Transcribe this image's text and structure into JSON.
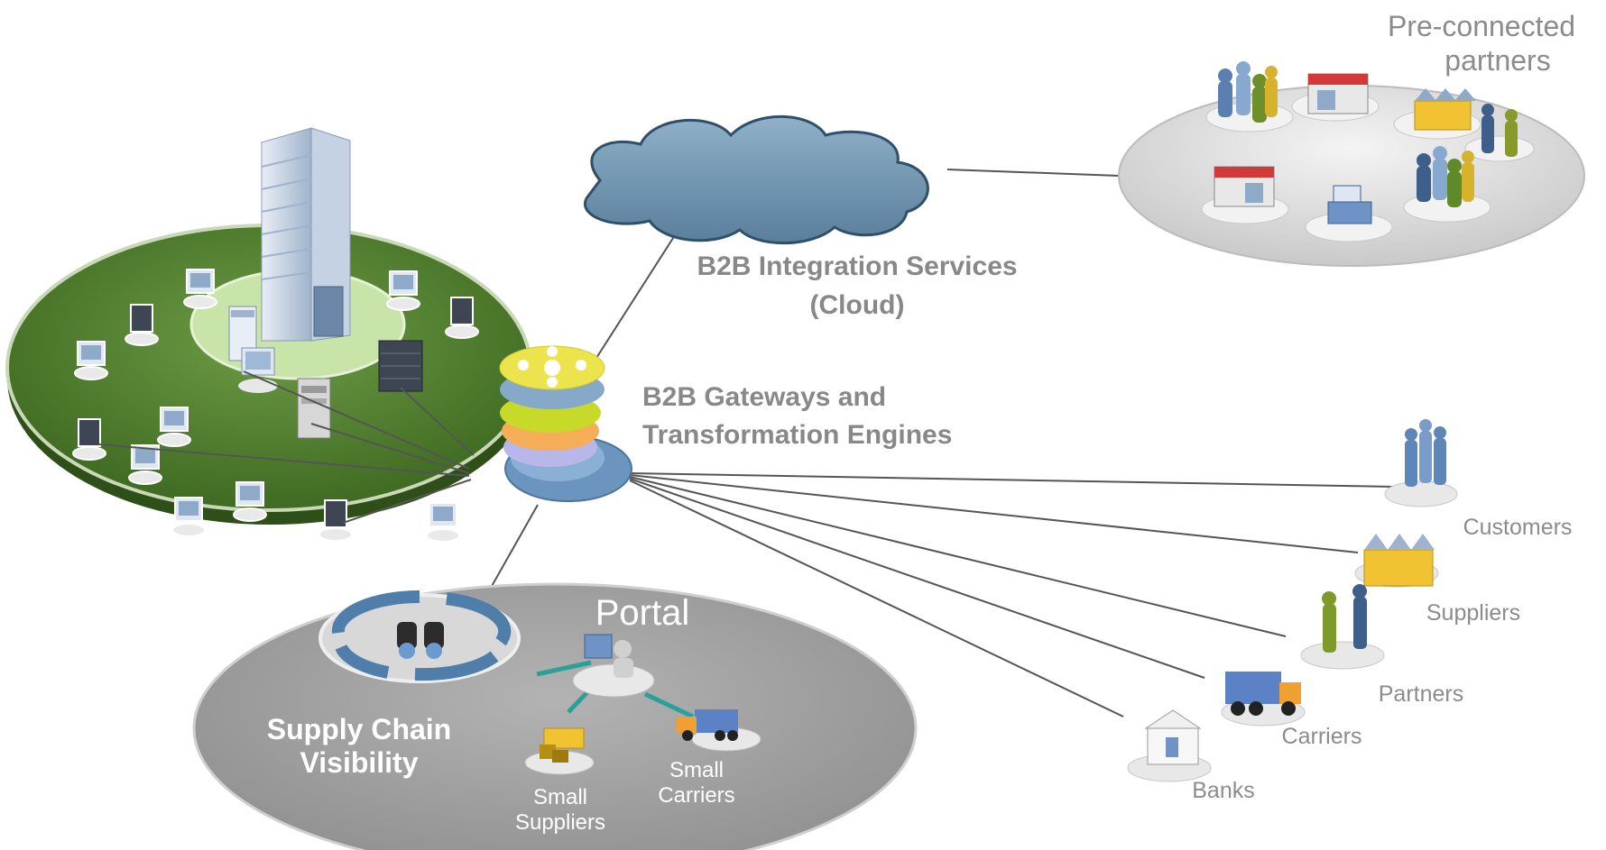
{
  "labels": {
    "pre_connected_line1": "Pre-connected",
    "pre_connected_line2": "partners",
    "cloud_line1": "B2B Integration Services",
    "cloud_line2": "(Cloud)",
    "gateways_line1": "B2B Gateways and",
    "gateways_line2": "Transformation Engines",
    "portal": "Portal",
    "scv_line1": "Supply Chain",
    "scv_line2": "Visibility",
    "small_suppliers_line1": "Small",
    "small_suppliers_line2": "Suppliers",
    "small_carriers_line1": "Small",
    "small_carriers_line2": "Carriers",
    "customers": "Customers",
    "suppliers": "Suppliers",
    "partners": "Partners",
    "carriers": "Carriers",
    "banks": "Banks"
  },
  "colors": {
    "enterprise_green": "#4e7a2f",
    "inner_green": "#c8e4a8",
    "cloud_blue": "#6f93ae",
    "partner_disc": "#dedede",
    "portal_gray": "#a6a6a6",
    "connector": "#555555",
    "portal_link": "#2aa198"
  }
}
